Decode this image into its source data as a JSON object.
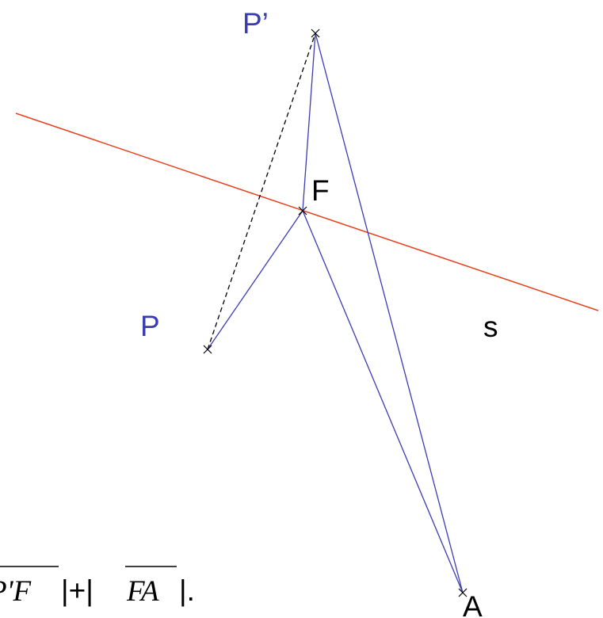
{
  "colors": {
    "mirror_line": "#e8401c",
    "triangle": "#3a3cb4",
    "dashed": "#000000",
    "label_blue": "#3a3cb4",
    "label_black": "#000000"
  },
  "labels": {
    "p_prime": "P’",
    "f": "F",
    "p": "P",
    "s": "s",
    "a": "A"
  },
  "formula": {
    "seg1": "P'F",
    "plus": "|+|",
    "seg2": "FA",
    "end": "|."
  }
}
